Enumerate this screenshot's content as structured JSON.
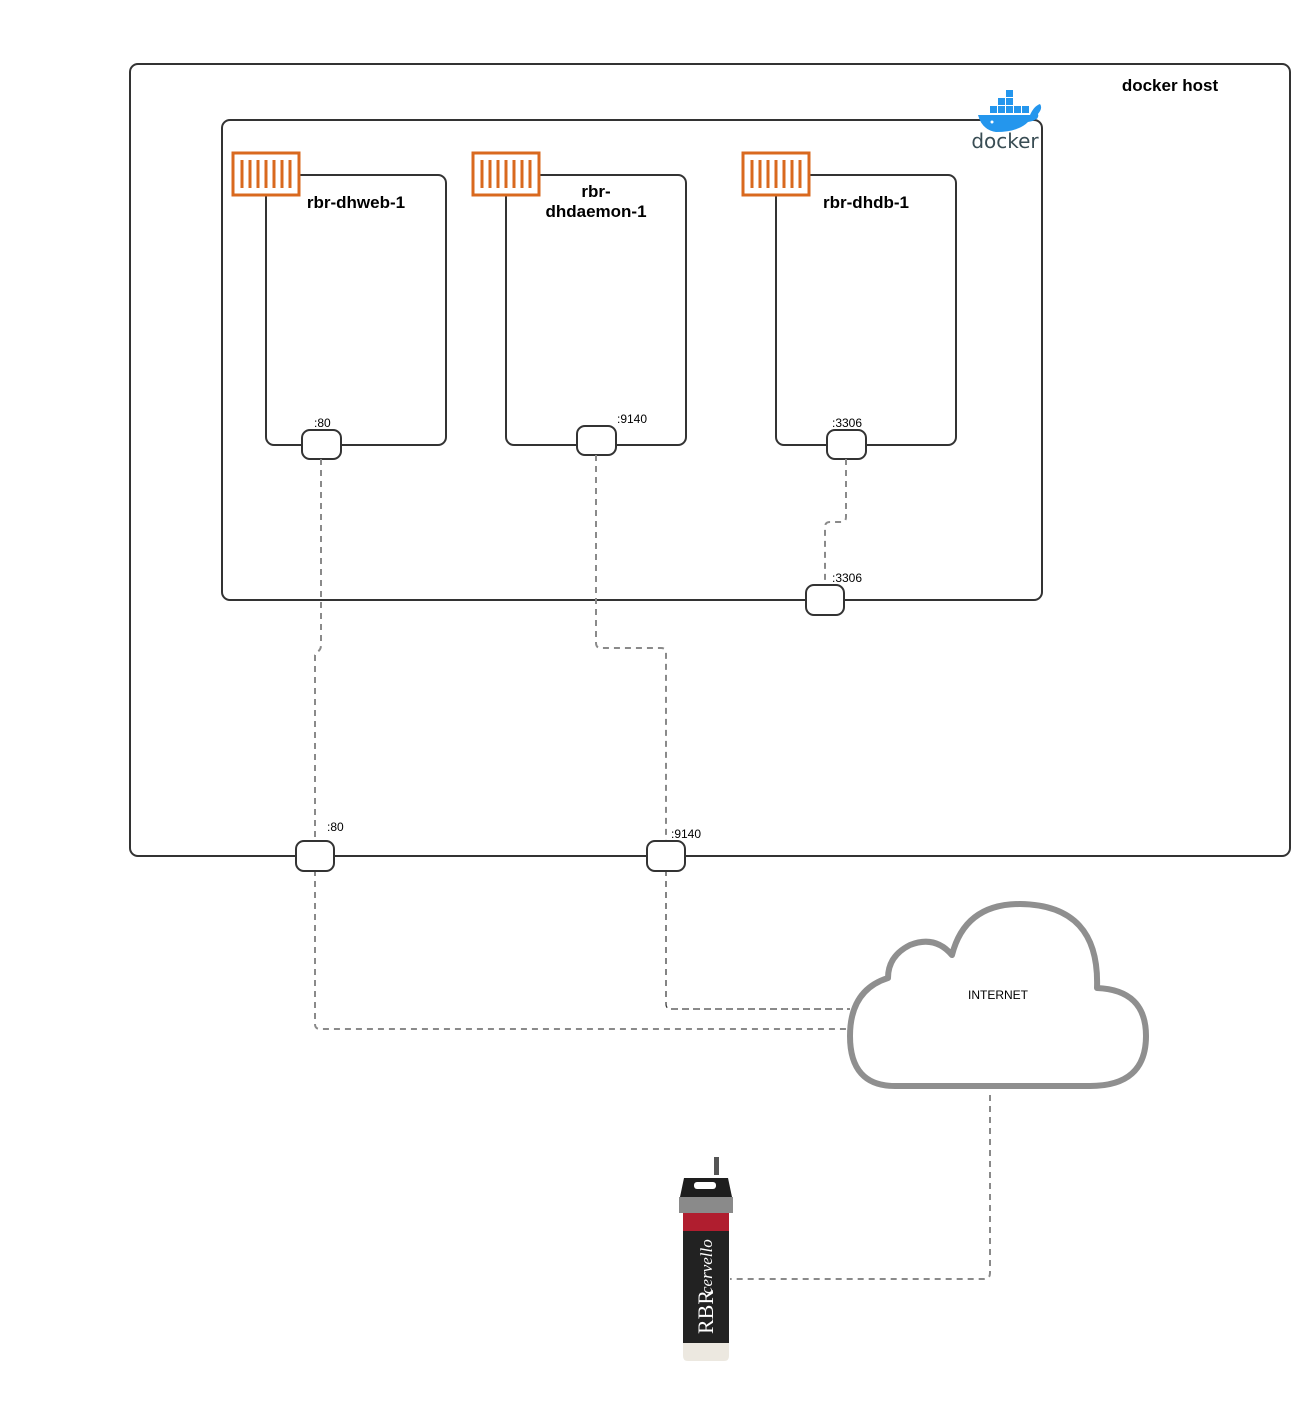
{
  "diagram": {
    "host": {
      "label": "docker host"
    },
    "docker_logo": {
      "label": "docker",
      "whale_color": "#2496ed",
      "text_color": "#394d54"
    },
    "containers": [
      {
        "name_line1": "rbr-dhweb-1",
        "name_line2": "",
        "port": ":80"
      },
      {
        "name_line1": "rbr-",
        "name_line2": "dhdaemon-1",
        "port": ":9140"
      },
      {
        "name_line1": "rbr-dhdb-1",
        "name_line2": "",
        "port": ":3306"
      }
    ],
    "docker_network_ports": [
      {
        "label": ":3306"
      }
    ],
    "host_ports": [
      {
        "label": ":80"
      },
      {
        "label": ":9140"
      }
    ],
    "cloud": {
      "label": "INTERNET",
      "stroke_color": "#8f8f8f"
    },
    "device": {
      "brand": "RBR",
      "model": "cervello",
      "band_color": "#b01e2f",
      "body_color": "#222222"
    },
    "colors": {
      "container_icon": "#d9691f",
      "line": "#333333",
      "dashed": "#8a8a8a"
    }
  }
}
